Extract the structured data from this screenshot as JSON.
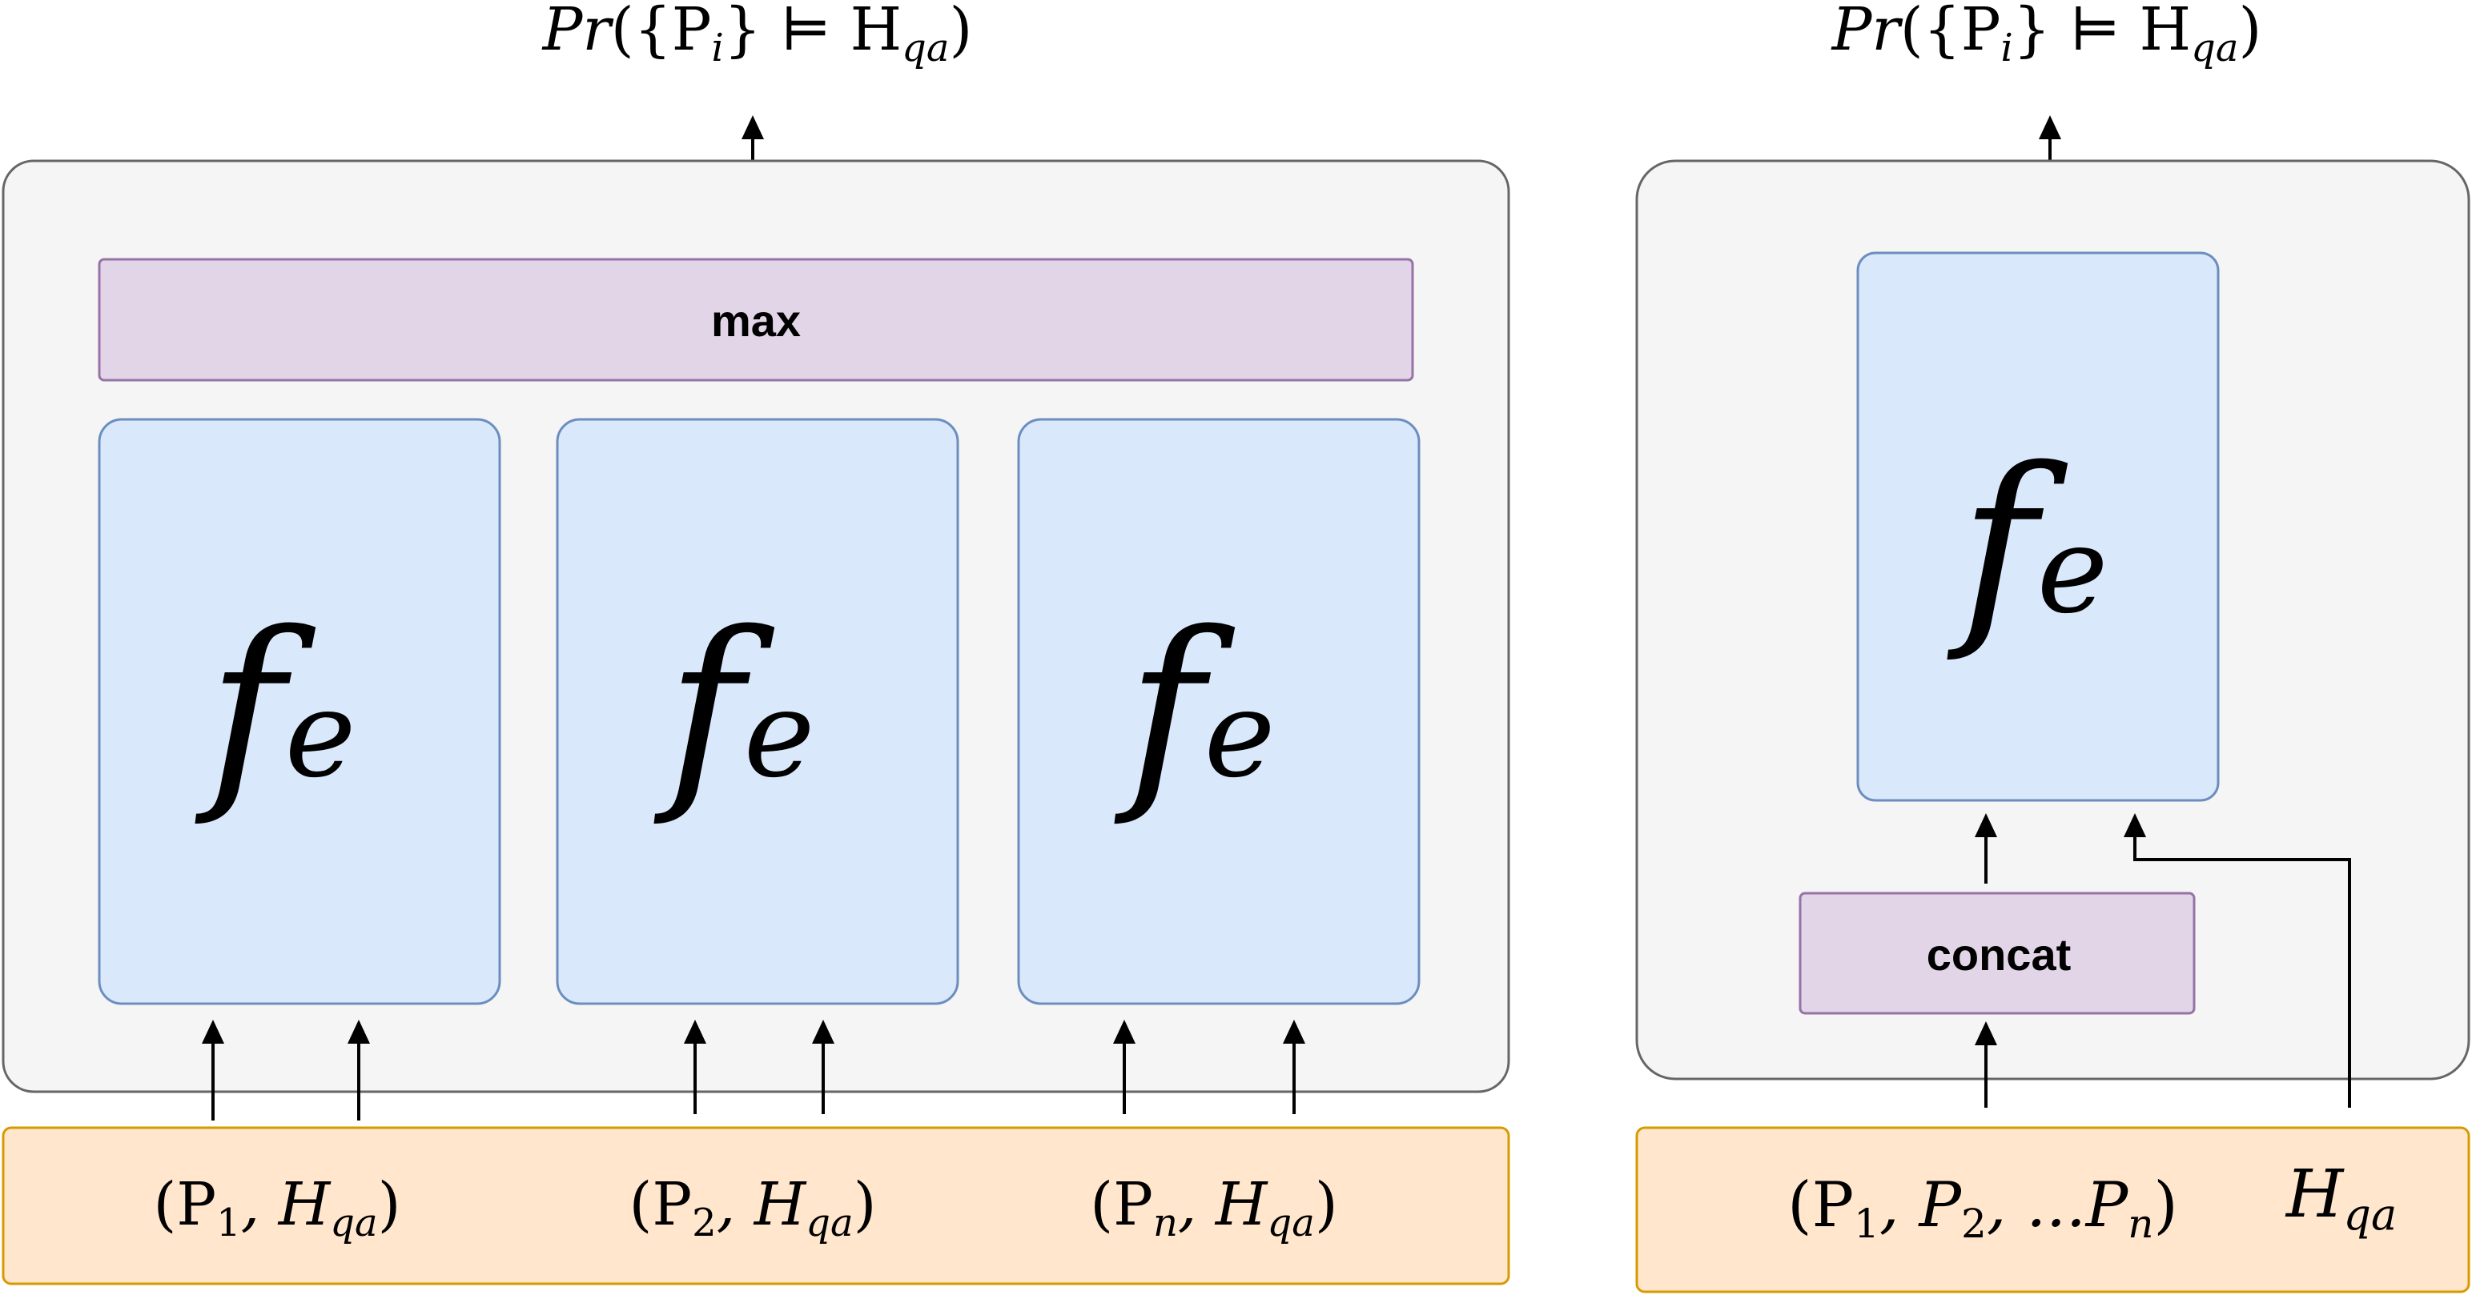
{
  "left_panel": {
    "output": {
      "a": "Pr",
      "b": "({P",
      "c": "i",
      "d": "} ⊨ H",
      "e": "qa",
      "f": ")"
    },
    "max_label": "max",
    "encoders": [
      {
        "f": "f",
        "sub": "e"
      },
      {
        "f": "f",
        "sub": "e"
      },
      {
        "f": "f",
        "sub": "e"
      }
    ],
    "inputs": [
      {
        "open": "(P",
        "sub": "1",
        "mid": ", H",
        "sub2": "qa",
        "close": ")"
      },
      {
        "open": "(P",
        "sub": "2",
        "mid": ", H",
        "sub2": "qa",
        "close": ")"
      },
      {
        "open": "(P",
        "sub": "n",
        "mid": ", H",
        "sub2": "qa",
        "close": ")"
      }
    ]
  },
  "right_panel": {
    "output": {
      "a": "Pr",
      "b": "({P",
      "c": "i",
      "d": "} ⊨ H",
      "e": "qa",
      "f": ")"
    },
    "encoder": {
      "f": "f",
      "sub": "e"
    },
    "concat_label": "concat",
    "input_passages": {
      "open": "(P",
      "s1": "1",
      "m1": ", P",
      "s2": "2",
      "m2": ", ...P",
      "s3": "n",
      "close": ")"
    },
    "input_hypothesis": {
      "h": "H",
      "sub": "qa"
    }
  },
  "colors": {
    "panel_fill": "#f5f5f5",
    "panel_stroke": "#666666",
    "encoder_fill": "#dae8fc",
    "encoder_stroke": "#6c8ebf",
    "op_fill": "#e1d5e7",
    "op_stroke": "#9673a6",
    "input_fill": "#ffe6cc",
    "input_stroke": "#d79b00"
  }
}
